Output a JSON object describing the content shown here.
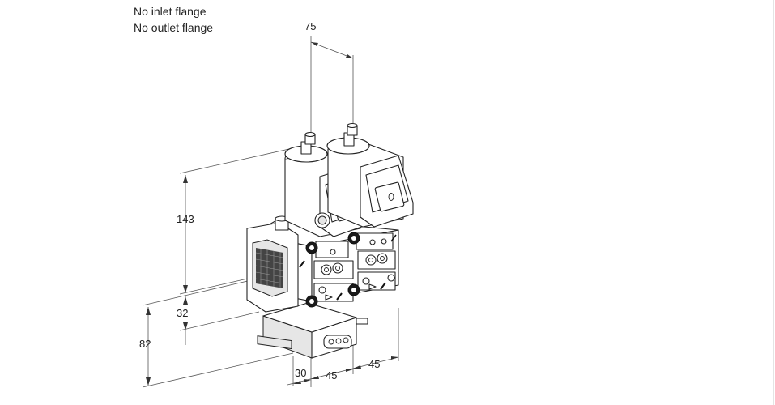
{
  "notes": {
    "inlet": "No inlet flange",
    "outlet": "No outlet flange"
  },
  "dimensions": {
    "top_spacing": "75",
    "height_total": "143",
    "height_mid": "32",
    "height_lower": "82",
    "depth_front": "30",
    "width_middle": "45",
    "width_right": "45"
  }
}
